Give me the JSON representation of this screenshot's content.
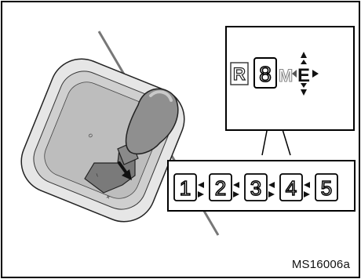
{
  "display": {
    "gear_r": "R",
    "gear_current": "8",
    "gear_m": "M",
    "gear_e": "E"
  },
  "gear_sequence": [
    "1",
    "2",
    "3",
    "4",
    "5"
  ],
  "gate_labels": {
    "minus": "−",
    "plus": "+"
  },
  "figure_code": "MS16006a"
}
